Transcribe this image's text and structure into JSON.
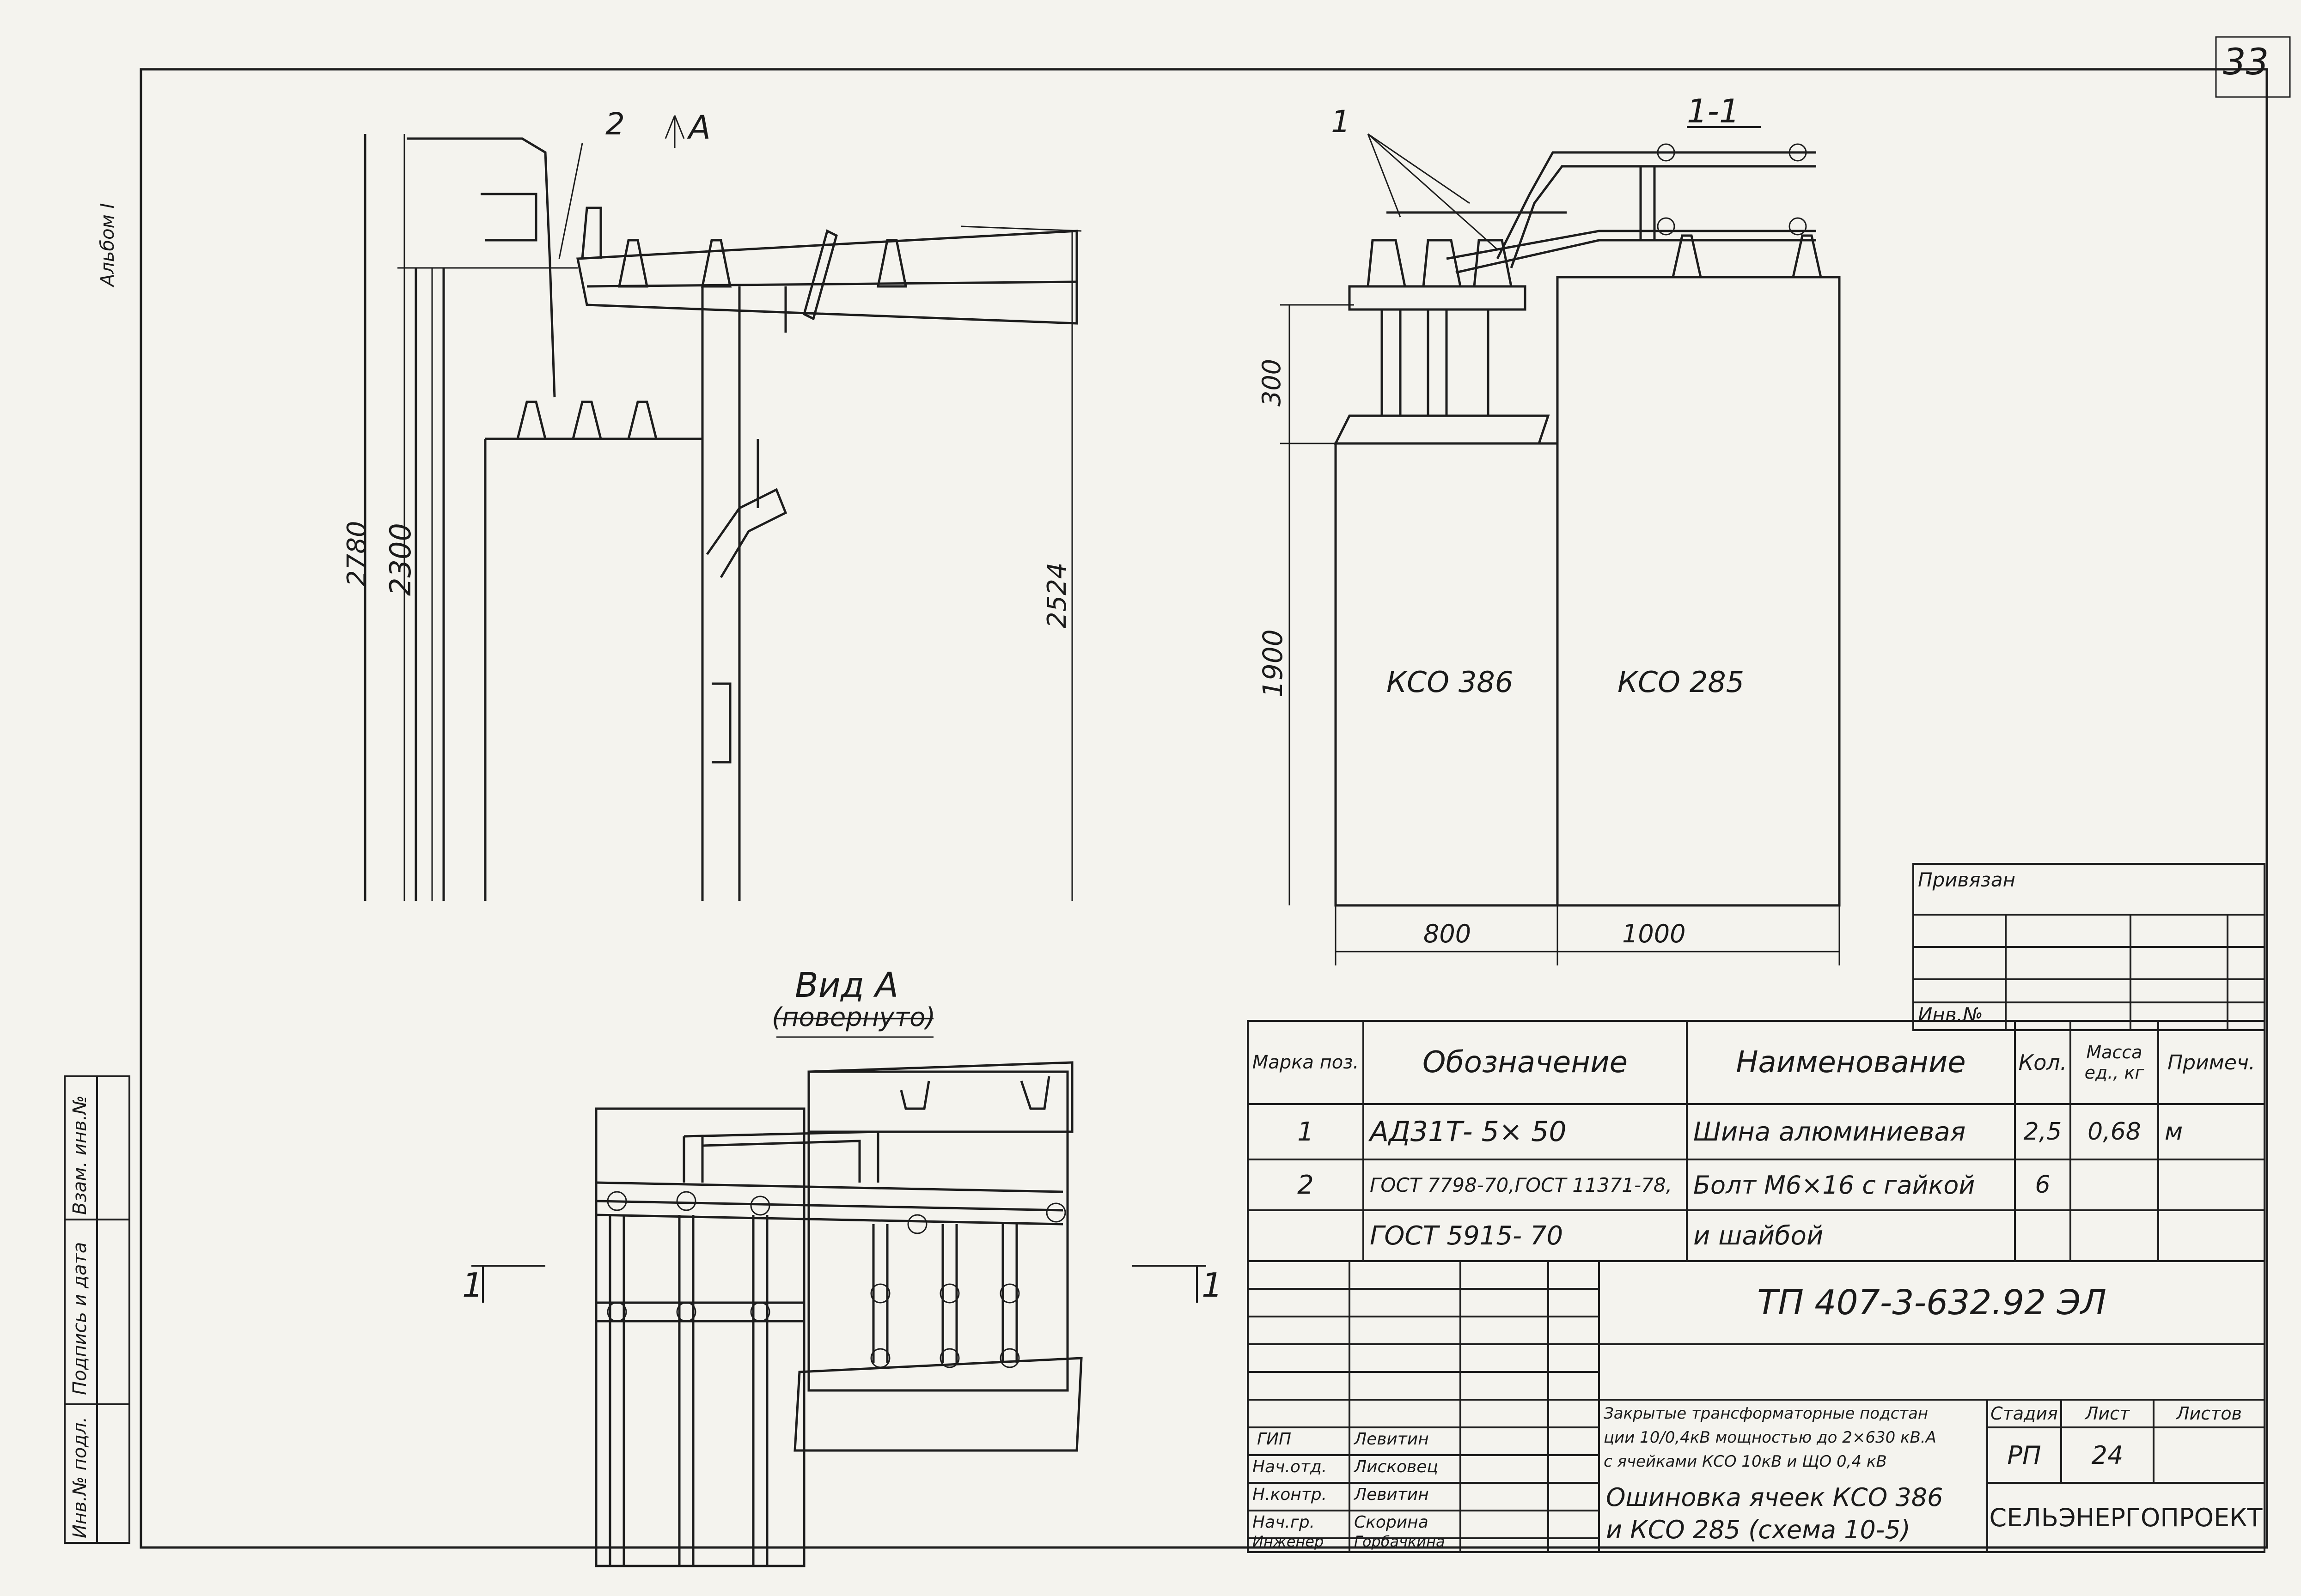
{
  "page_number": "33",
  "album_note": "Альбом I",
  "callouts": {
    "pos1": "1",
    "pos2": "2",
    "view_marker": "А",
    "section_title": "1-1"
  },
  "dimensions": {
    "d2780": "2780",
    "d2300": "2300",
    "d2524": "2524",
    "d300": "300",
    "d1900": "1900",
    "d800": "800",
    "d1000": "1000"
  },
  "cells": {
    "left": "КСО 386",
    "right": "КСО 285"
  },
  "view_a": {
    "title": "Вид А",
    "subtitle": "(повернуто)"
  },
  "section_markers": {
    "left": "1",
    "right": "1"
  },
  "binding_block": {
    "label": "Привязан",
    "inv_label": "Инв.№"
  },
  "spec_table": {
    "headers": {
      "mark": "Марка поз.",
      "designation": "Обозначение",
      "name": "Наименование",
      "qty": "Кол.",
      "mass": "Масса ед., кг",
      "note": "Примеч."
    },
    "rows": [
      {
        "mark": "1",
        "designation": "АД31Т- 5× 50",
        "name": "Шина алюминиевая",
        "qty": "2,5",
        "mass": "0,68",
        "note": "м"
      },
      {
        "mark": "2",
        "designation": "ГОСТ 7798-70,ГОСТ 11371-78,",
        "name": "Болт М6×16 с гайкой",
        "qty": "6",
        "mass": "",
        "note": ""
      },
      {
        "mark": "",
        "designation": "ГОСТ 5915- 70",
        "name": "и шайбой",
        "qty": "",
        "mass": "",
        "note": ""
      }
    ]
  },
  "title_block": {
    "doc_code": "ТП 407-3-632.92   ЭЛ",
    "project_title": "Закрытые трансформаторные подстанции 10/0,4кВ мощностью до 2×630 кВ.А с ячейками КСО 10кВ и ЩО 0,4 кВ",
    "project_line1": "Закрытые трансформаторные подстан",
    "project_line2": "ции 10/0,4кВ мощностью до 2×630 кВ.А",
    "project_line3": "с ячейками КСО 10кВ и ЩО 0,4 кВ",
    "stage_label": "Стадия",
    "sheet_label": "Лист",
    "sheets_label": "Листов",
    "stage_value": "РП",
    "sheet_value": "24",
    "sheets_value": "",
    "drawing_line1": "Ошиновка ячеек КСО 386",
    "drawing_line2": "и КСО 285 (схема 10-5)",
    "organization": "СЕЛЬЭНЕРГОПРОЕКТ",
    "staff": [
      {
        "role": "ГИП",
        "name": "Левитин"
      },
      {
        "role": "Нач.отд.",
        "name": "Лисковец"
      },
      {
        "role": "Н.контр.",
        "name": "Левитин"
      },
      {
        "role": "Нач.гр.",
        "name": "Скорина"
      },
      {
        "role": "Инженер",
        "name": "Горбачкина"
      }
    ]
  },
  "left_strip": {
    "inv_podl": "Инв.№ подл.",
    "sign_date": "Подпись и дата",
    "vzam": "Взам. инв.№"
  }
}
